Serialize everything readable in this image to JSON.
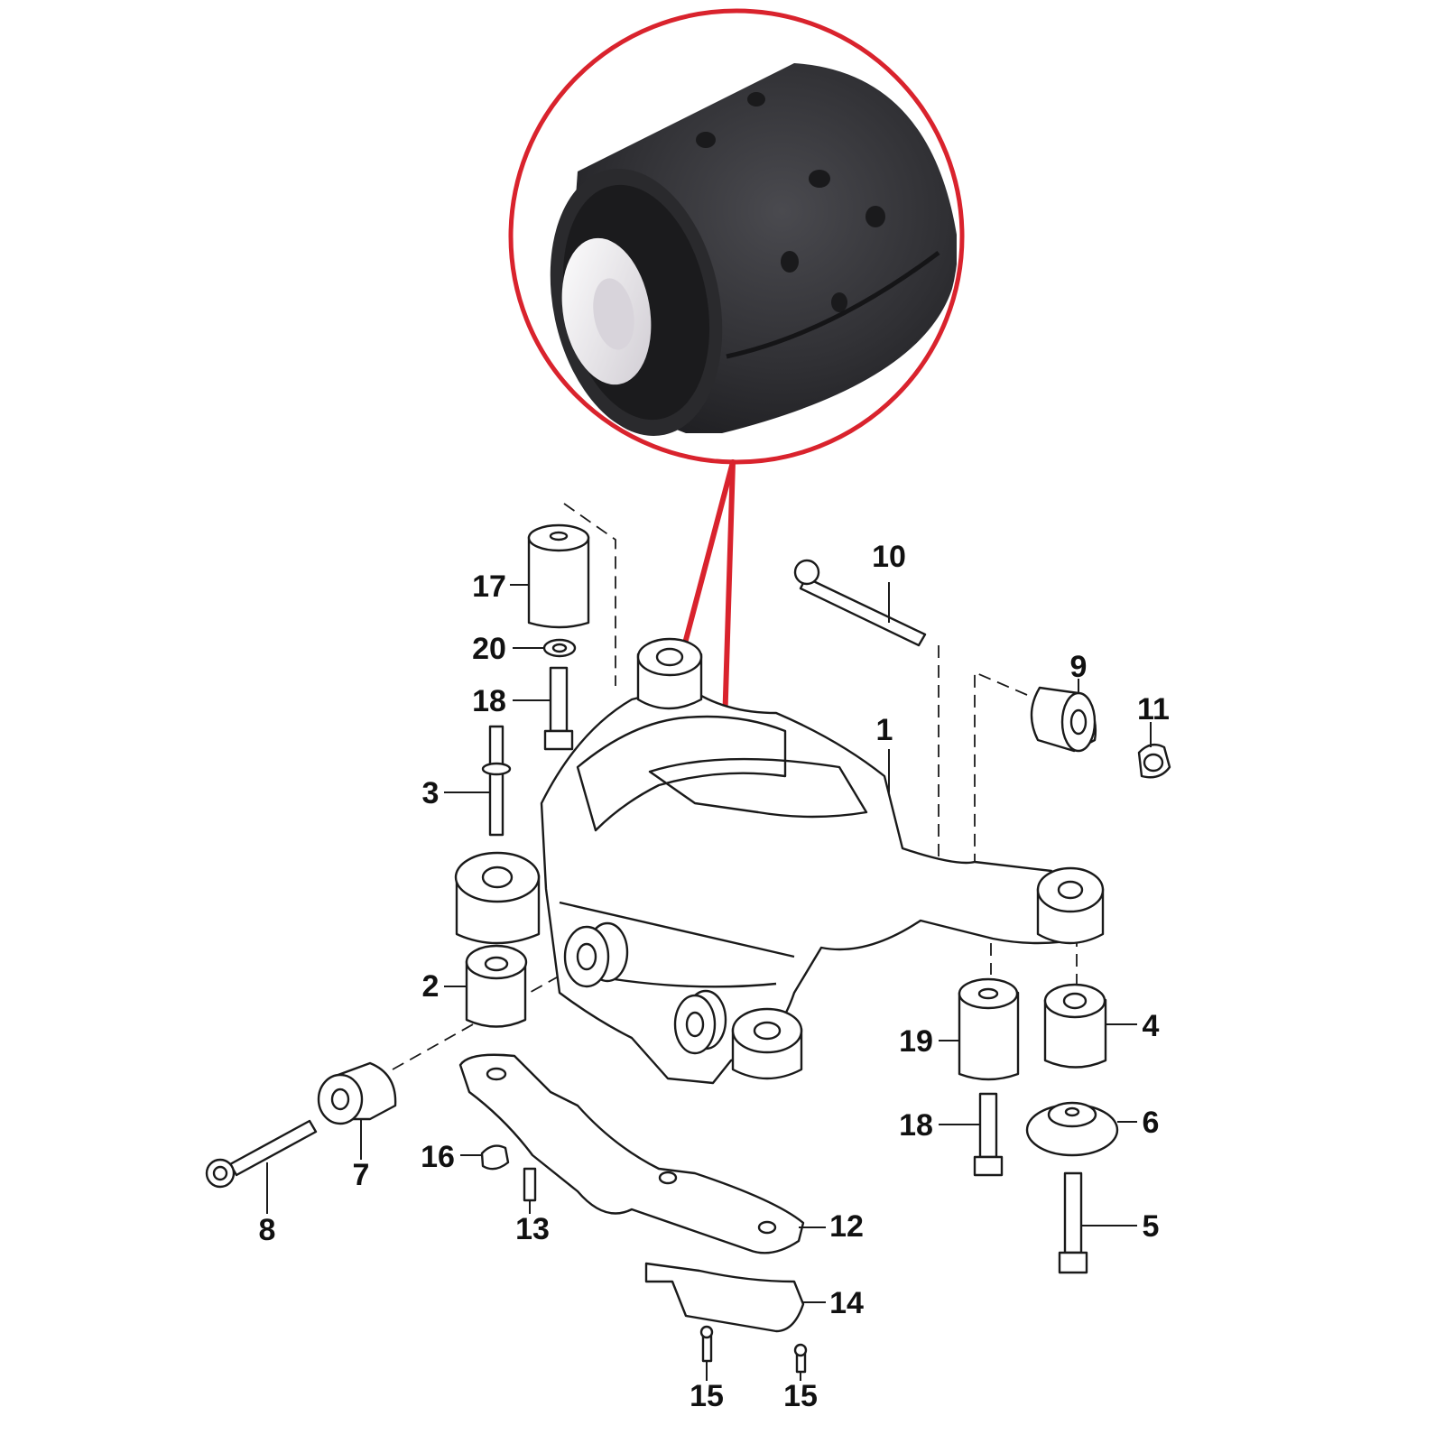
{
  "diagram": {
    "callouts": [
      {
        "id": "1",
        "label": "1"
      },
      {
        "id": "2",
        "label": "2"
      },
      {
        "id": "3",
        "label": "3"
      },
      {
        "id": "4",
        "label": "4"
      },
      {
        "id": "5",
        "label": "5"
      },
      {
        "id": "6",
        "label": "6"
      },
      {
        "id": "7",
        "label": "7"
      },
      {
        "id": "8",
        "label": "8"
      },
      {
        "id": "9",
        "label": "9"
      },
      {
        "id": "10",
        "label": "10"
      },
      {
        "id": "11",
        "label": "11"
      },
      {
        "id": "12",
        "label": "12"
      },
      {
        "id": "13",
        "label": "13"
      },
      {
        "id": "14",
        "label": "14"
      },
      {
        "id": "15a",
        "label": "15"
      },
      {
        "id": "15b",
        "label": "15"
      },
      {
        "id": "16",
        "label": "16"
      },
      {
        "id": "17",
        "label": "17"
      },
      {
        "id": "18a",
        "label": "18"
      },
      {
        "id": "18b",
        "label": "18"
      },
      {
        "id": "19",
        "label": "19"
      },
      {
        "id": "20",
        "label": "20"
      }
    ],
    "colors": {
      "highlight": "#d9232d",
      "line": "#1a1a1a",
      "rubber": "#2b2b2e",
      "sleeve": "#e9e6ea"
    }
  }
}
